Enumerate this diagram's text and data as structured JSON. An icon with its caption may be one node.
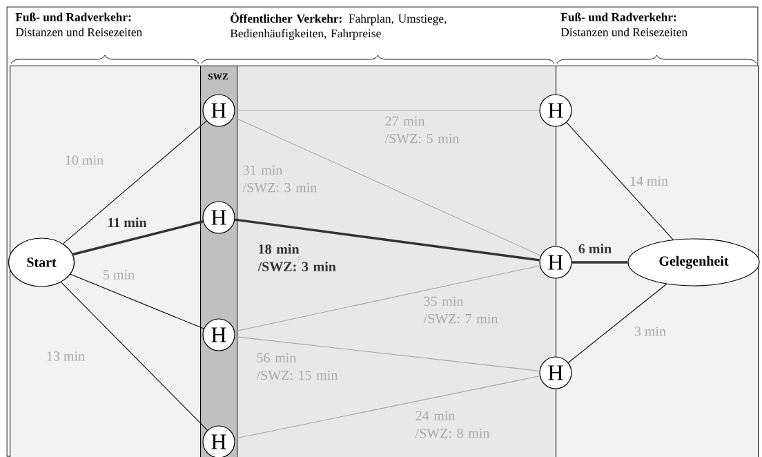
{
  "diagram": {
    "nodes": [
      {
        "text": [
          "Fuß- und Radverkehr:",
          "Distanzen und Reisezeiten"
        ]
      },
      {
        "text": [
          "**Öffentlicher Verkehr:** Fahrplan, Umstiege, Bedienhäufigkeiten, Fahrpreise"
        ]
      },
      {
        "text": [
          "Fuß- und Radverkehr:",
          "Distanzen und Reisezeiten"
        ]
      },
      {
        "text": [
          "SWZ"
        ],
        "in": 1
      },
      {
        "text": [
          "Start"
        ],
        "in": 0
      },
      {
        "text": [
          "H"
        ],
        "in": 3
      },
      {
        "text": [
          "H"
        ],
        "in": 3
      },
      {
        "text": [
          "H"
        ],
        "in": 3
      },
      {
        "text": [
          "H"
        ],
        "in": 3
      },
      {
        "text": [
          "H"
        ]
      },
      {
        "text": [
          "H"
        ]
      },
      {
        "text": [
          "H"
        ]
      },
      {
        "text": [
          "Gelegenheit"
        ],
        "in": 2
      }
    ],
    "edges": [
      {
        "from": 4,
        "to": 5,
        "arrow": "none",
        "label": "10 min"
      },
      {
        "from": 4,
        "to": 6,
        "arrow": "none",
        "label": "11 min",
        "style": "thick"
      },
      {
        "from": 4,
        "to": 7,
        "arrow": "none",
        "label": "5 min"
      },
      {
        "from": 4,
        "to": 8,
        "arrow": "none",
        "label": "13 min"
      },
      {
        "from": 5,
        "to": 9,
        "arrow": "none",
        "label": "27 min /SWZ: 5 min",
        "color": "#a6a6a6"
      },
      {
        "from": 5,
        "to": 10,
        "arrow": "none",
        "label": "31 min /SWZ: 3 min",
        "color": "#a6a6a6"
      },
      {
        "from": 6,
        "to": 10,
        "arrow": "none",
        "label": "18 min /SWZ: 3 min",
        "style": "thick"
      },
      {
        "from": 7,
        "to": 10,
        "arrow": "none",
        "label": "35 min /SWZ: 7 min",
        "color": "#a6a6a6"
      },
      {
        "from": 7,
        "to": 11,
        "arrow": "none",
        "label": "56 min /SWZ: 15 min",
        "color": "#a6a6a6"
      },
      {
        "from": 8,
        "to": 11,
        "arrow": "none",
        "label": "24 min /SWZ: 8 min",
        "color": "#a6a6a6"
      },
      {
        "from": 9,
        "to": 12,
        "arrow": "none",
        "label": "14 min"
      },
      {
        "from": 10,
        "to": 12,
        "arrow": "none",
        "label": "6 min",
        "style": "thick"
      },
      {
        "from": 11,
        "to": 12,
        "arrow": "none",
        "label": "3 min"
      }
    ]
  }
}
